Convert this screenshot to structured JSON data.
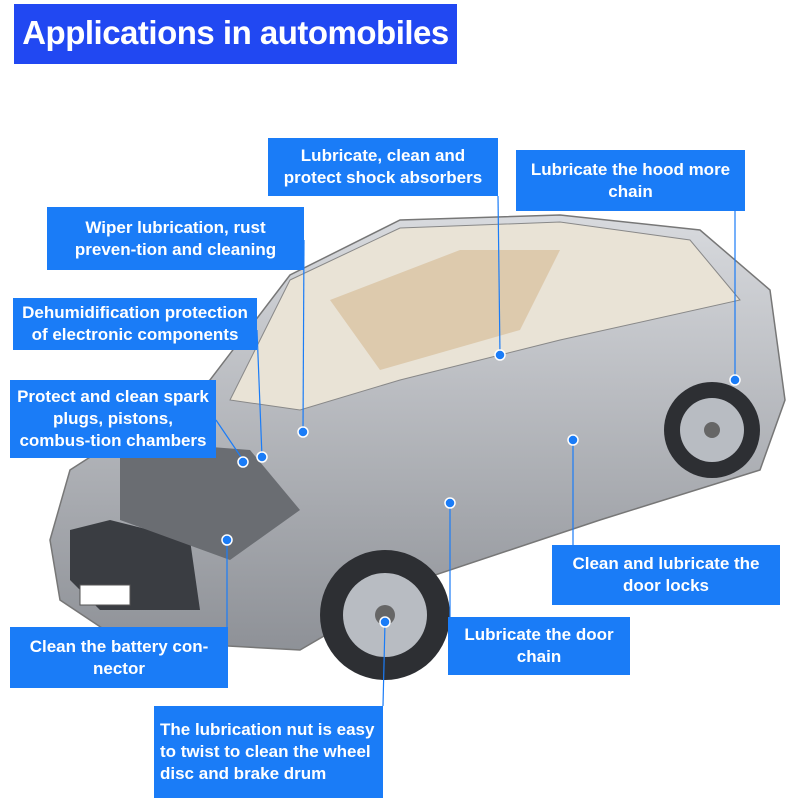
{
  "title": "Applications in automobiles",
  "labels": {
    "shock": "Lubricate, clean and protect shock absorbers",
    "hood": "Lubricate the hood more chain",
    "wiper": "Wiper lubrication, rust preven-tion and cleaning",
    "electronic": "Dehumidification protection of electronic components",
    "spark": "Protect and clean spark plugs, pistons, combus-tion chambers",
    "door_locks": "Clean and lubricate the door locks",
    "battery": "Clean the battery con-nector",
    "door_chain": "Lubricate the door chain",
    "wheel": "The lubrication nut is easy to twist to clean the wheel disc and brake drum"
  },
  "colors": {
    "title_bg": "#2148f2",
    "label_bg": "#1a7cf7",
    "line": "#1a7cf7",
    "car": "#a9acb2"
  }
}
